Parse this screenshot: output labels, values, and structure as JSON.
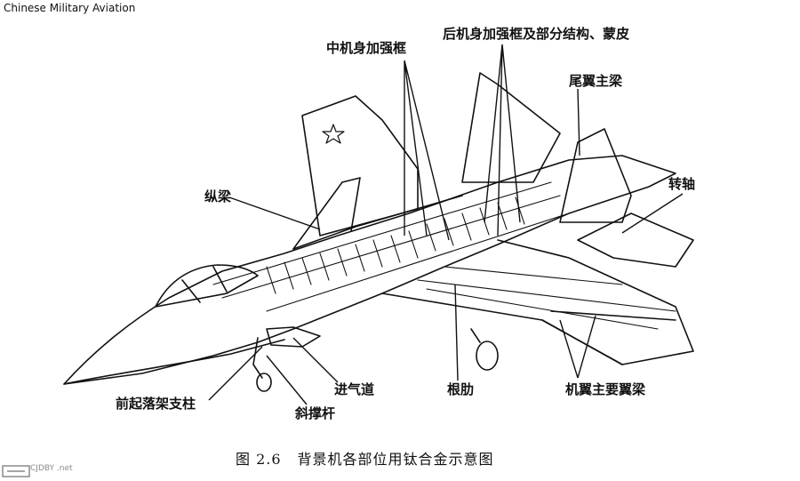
{
  "watermark": "Chinese Military Aviation",
  "labels": {
    "mid_fuselage_frames": "中机身加强框",
    "aft_fuselage": "后机身加强框及部分结构、蒙皮",
    "tail_main_beam": "尾翼主梁",
    "pivot": "转轴",
    "longeron": "纵梁",
    "nose_gear_strut": "前起落架支柱",
    "diagonal_brace": "斜撑杆",
    "intake_duct": "进气道",
    "root_rib": "根肋",
    "main_wing_spar": "机翼主要翼梁"
  },
  "caption": {
    "figure_number": "图 2.6",
    "text": "背景机各部位用钛合金示意图"
  },
  "logo_text": "CJDBY .net"
}
